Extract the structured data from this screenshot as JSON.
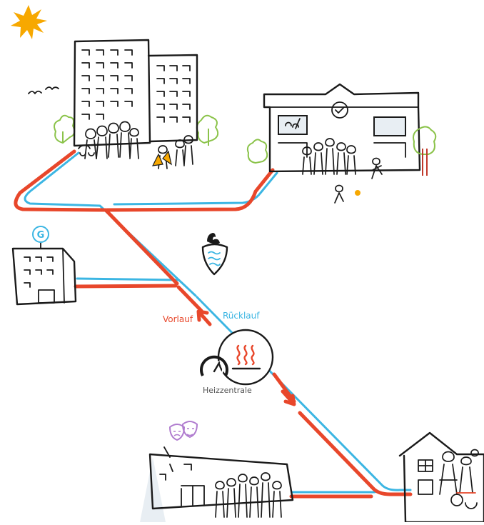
{
  "labels": {
    "supply": "Vorlauf",
    "return": "Rücklauf",
    "plant": "Heizzentrale",
    "gas_symbol": "G"
  },
  "colors": {
    "supply_line": "#e8472b",
    "return_line": "#3cb6e3",
    "sun": "#f7a800",
    "tree": "#8bc34a",
    "trunk": "#c0392b",
    "window_fill": "#e8eef3",
    "theater_masks": "#b07ccf"
  },
  "icons": [
    "sun-icon",
    "birds-icon",
    "tree-icon",
    "gas-icon",
    "swan-water-icon",
    "heating-icon",
    "gauge-icon",
    "theater-masks-icon",
    "arrow-icon"
  ]
}
